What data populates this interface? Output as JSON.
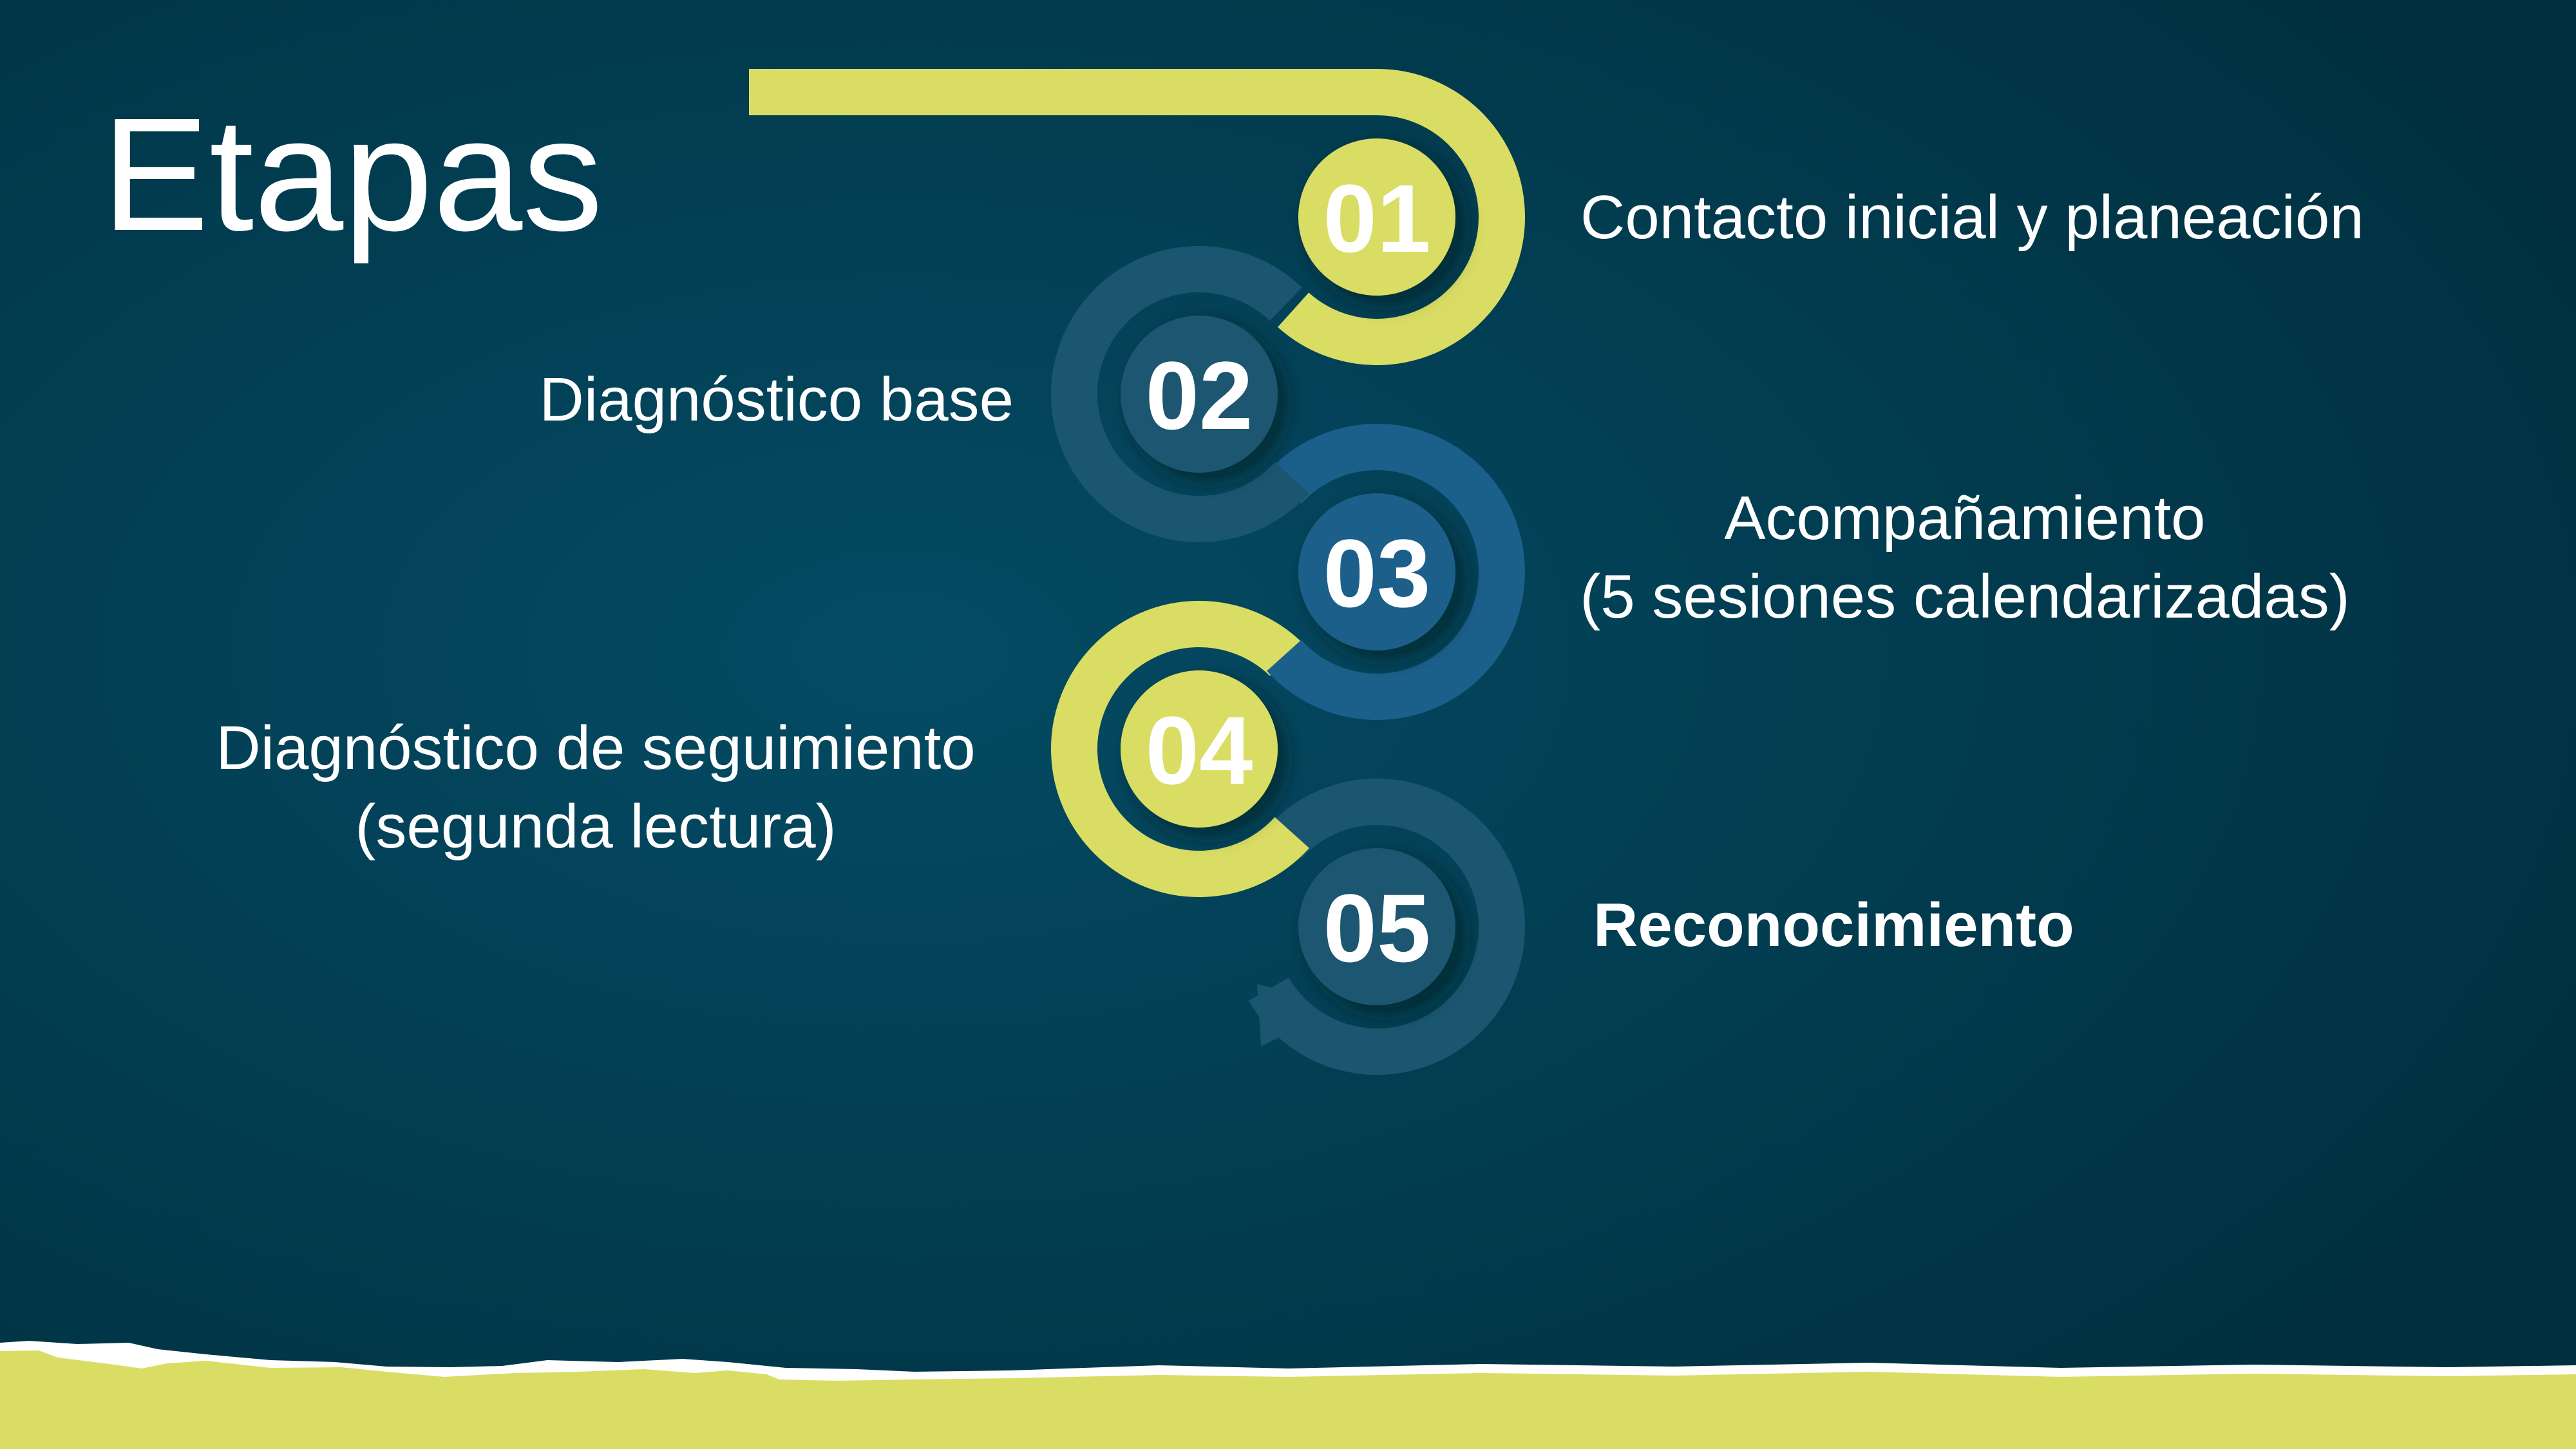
{
  "title": "Etapas",
  "colors": {
    "accent": "#d9dd64",
    "ring_dark": "#1a566f",
    "ring_blue": "#1b5f8b",
    "bg_center": "#044b64",
    "bg_edge": "#002f3e"
  },
  "stages": [
    {
      "number": "01",
      "lines": [
        "Contacto inicial y planeación"
      ],
      "color": "#d9dd64"
    },
    {
      "number": "02",
      "lines": [
        "Diagnóstico base"
      ],
      "color": "#1a566f"
    },
    {
      "number": "03",
      "lines": [
        "Acompañamiento",
        "(5 sesiones calendarizadas)"
      ],
      "color": "#1b5f8b"
    },
    {
      "number": "04",
      "lines": [
        "Diagnóstico de seguimiento",
        "(segunda lectura)"
      ],
      "color": "#d9dd64"
    },
    {
      "number": "05",
      "lines": [
        "Reconocimiento"
      ],
      "color": "#1a566f"
    }
  ]
}
